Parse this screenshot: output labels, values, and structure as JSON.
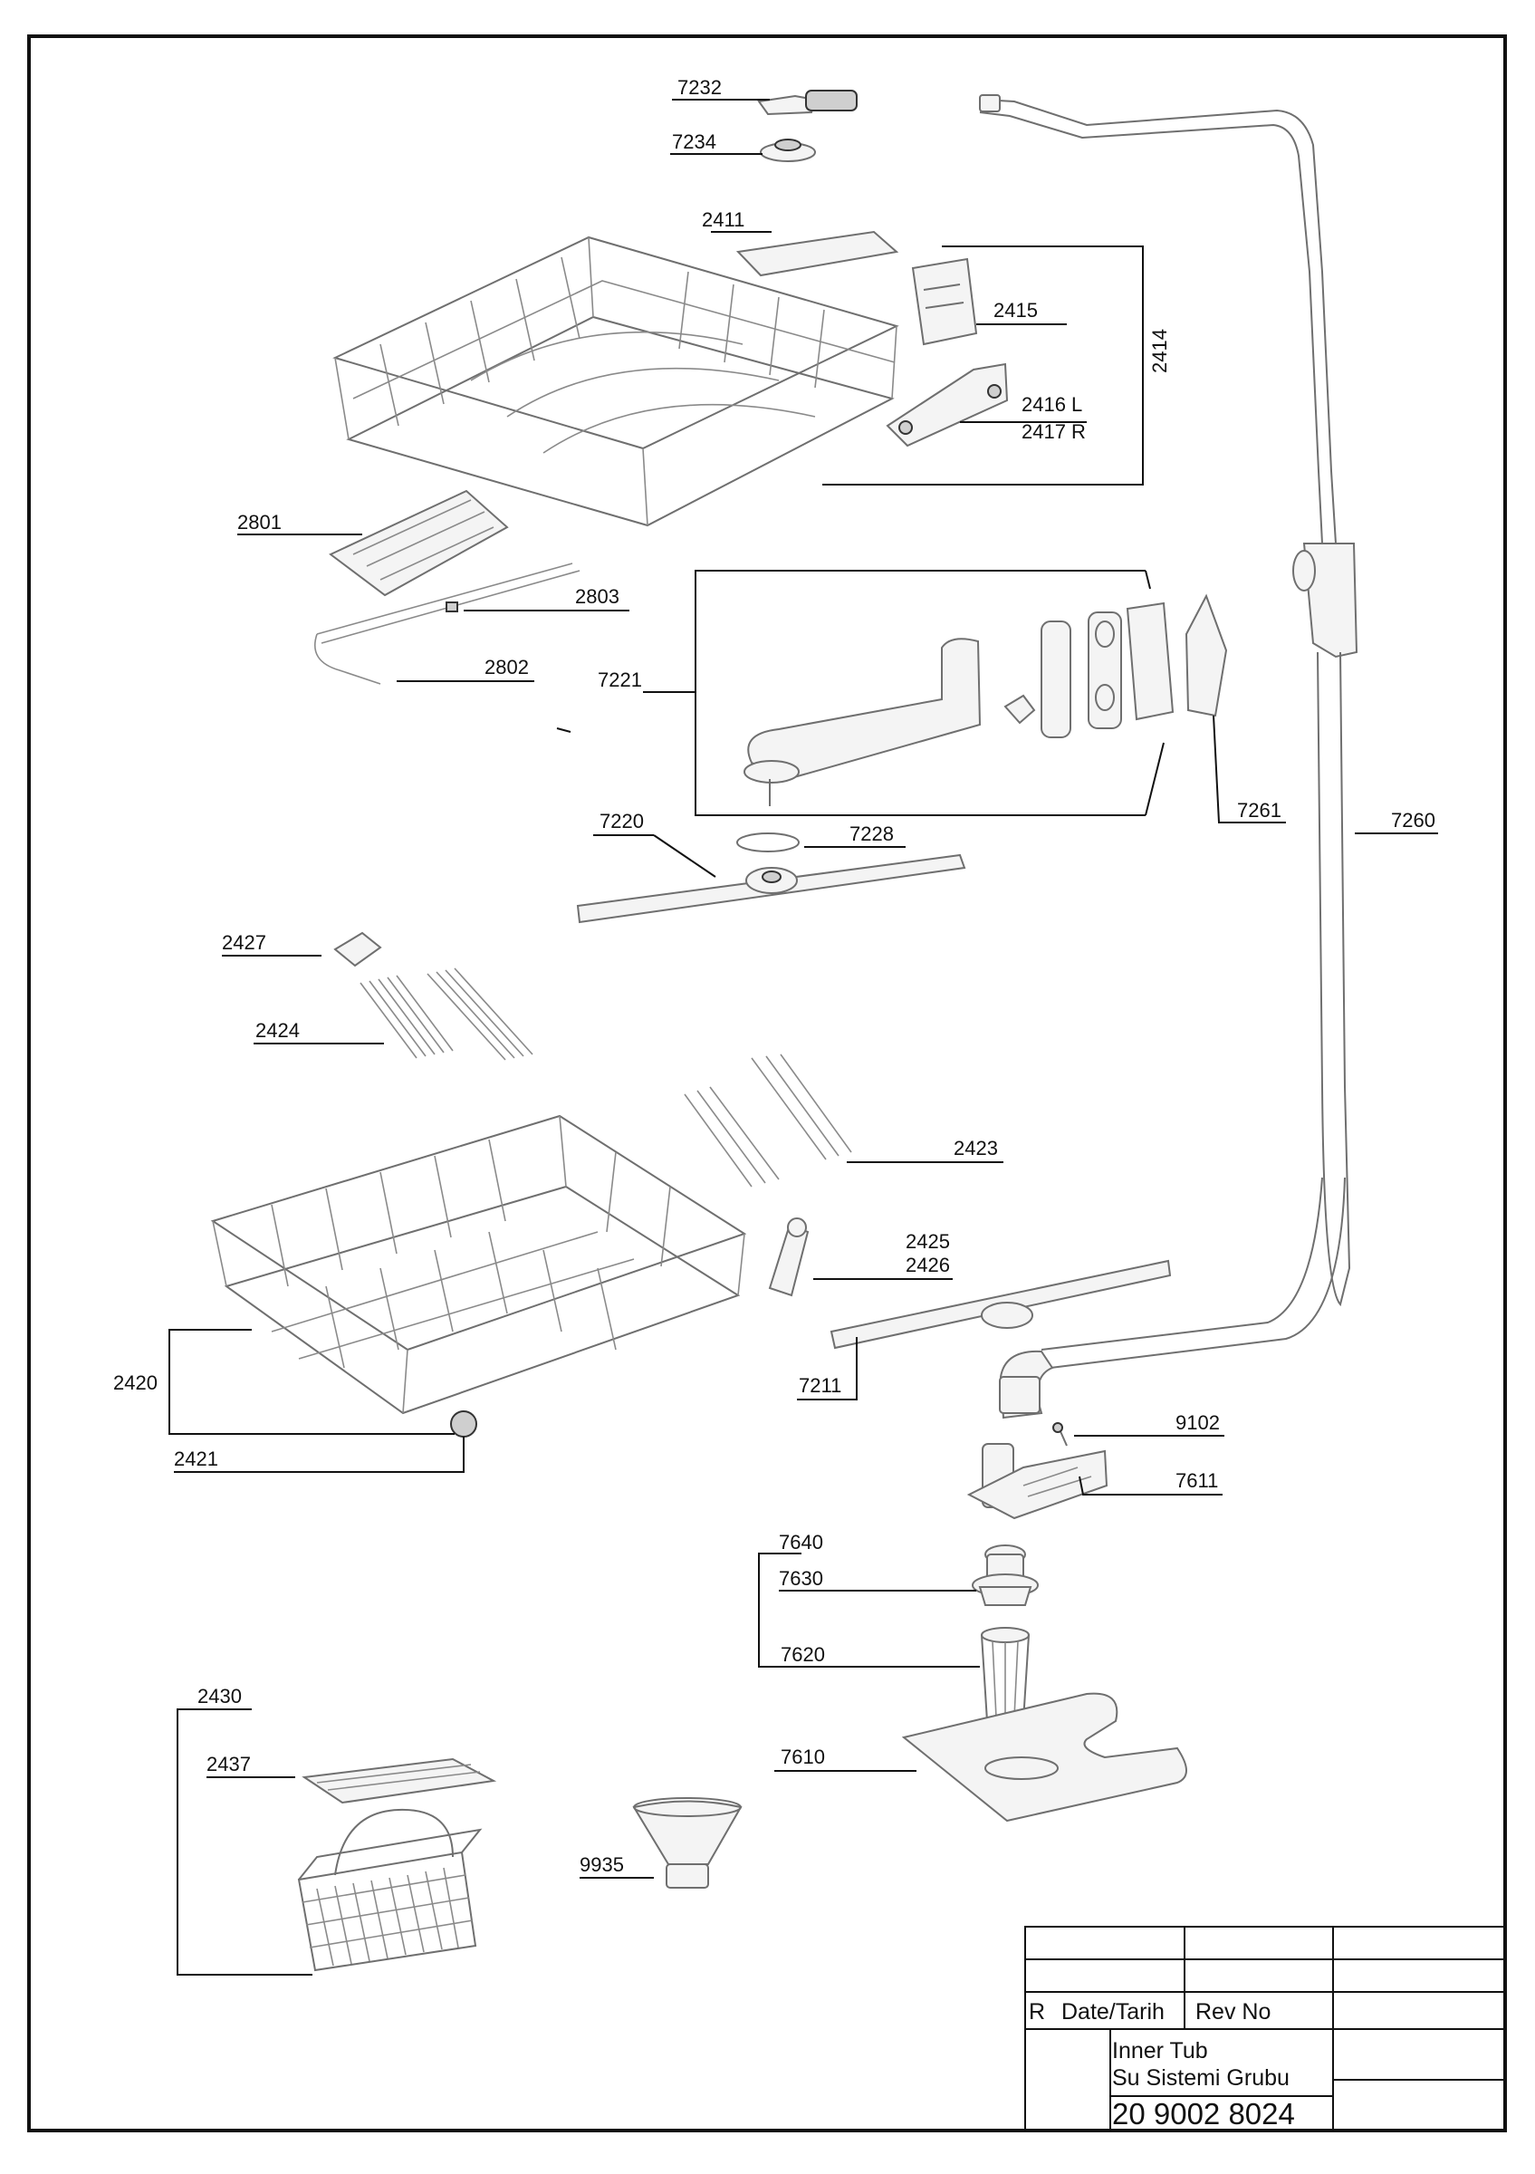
{
  "callouts": {
    "c7232": "7232",
    "c7234": "7234",
    "c2411": "2411",
    "c2415": "2415",
    "c2414": "2414",
    "c2416": "2416 L",
    "c2417": "2417 R",
    "c2801": "2801",
    "c2803": "2803",
    "c2802": "2802",
    "c7221": "7221",
    "c7261": "7261",
    "c7260": "7260",
    "c7220": "7220",
    "c7228": "7228",
    "c2427": "2427",
    "c2424": "2424",
    "c2423": "2423",
    "c2425": "2425",
    "c2426": "2426",
    "c2420": "2420",
    "c7211": "7211",
    "c2421": "2421",
    "c9102": "9102",
    "c7611": "7611",
    "c7640": "7640",
    "c7630": "7630",
    "c7620": "7620",
    "c2430": "2430",
    "c2437": "2437",
    "c7610": "7610",
    "c9935": "9935"
  },
  "title_block": {
    "r_label": "R",
    "date_label": "Date/Tarih",
    "rev_label": "Rev No",
    "title_line1": "Inner Tub",
    "title_line2": "Su Sistemi Grubu",
    "drawing_number": "20 9002 8024"
  }
}
